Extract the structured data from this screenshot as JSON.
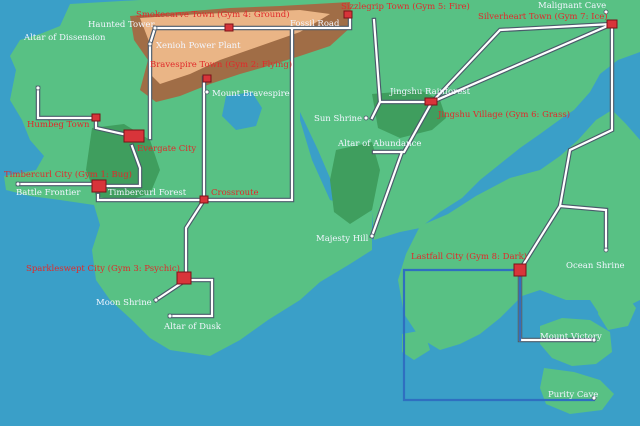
{
  "colors": {
    "sea": "#3a9fc8",
    "land": "#58c184",
    "forest": "#3f9e5e",
    "mountain": "#a06d46",
    "peak": "#eab586",
    "route": "#ffffff",
    "route_edge": "#4a5a6a",
    "water_route": "#2f6fc0",
    "town": "#d8343a",
    "town_label": "#e02a2a",
    "place_label": "#f2f6ff"
  },
  "towns": {
    "smokecarve": "Smokecarve Town (Gym 4: Ground)",
    "sizzlegrip": "Sizzlegrip Town (Gym 5: Fire)",
    "silverheart": "Silverheart Town (Gym 7: Ice)",
    "bravespire": "Bravespire Town (Gym 2: Flying)",
    "jingshu": "Jingshu Village (Gym 6: Grass)",
    "humbeg": "Humbeg Town",
    "evergate": "Evergate City",
    "timbercurl": "Timbercurl City (Gym 1: Bug)",
    "crossroute": "Crossroute",
    "sparkleswept": "Sparkleswept City (Gym 3: Psychic)",
    "lastfall": "Lastfall City (Gym 8: Dark)"
  },
  "places": {
    "haunted_tower": "Haunted Tower",
    "fossil_road": "Fossil Road",
    "malignant_cave": "Malignant Cave",
    "altar_dissension": "Altar of Dissension",
    "xenioh_power_plant": "Xenioh Power Plant",
    "mount_bravespire": "Mount Bravespire",
    "jingshu_rainforest": "Jingshu Rainforest",
    "sun_shrine": "Sun Shrine",
    "altar_abundance": "Altar of Abundance",
    "battle_frontier": "Battle Frontier",
    "timbercurl_forest": "Timbercurl Forest",
    "majesty_hill": "Majesty Hill",
    "ocean_shrine": "Ocean Shrine",
    "moon_shrine": "Moon Shrine",
    "altar_dusk": "Altar of Dusk",
    "mount_victory": "Mount Victory",
    "purity_cave": "Purity Cave"
  }
}
